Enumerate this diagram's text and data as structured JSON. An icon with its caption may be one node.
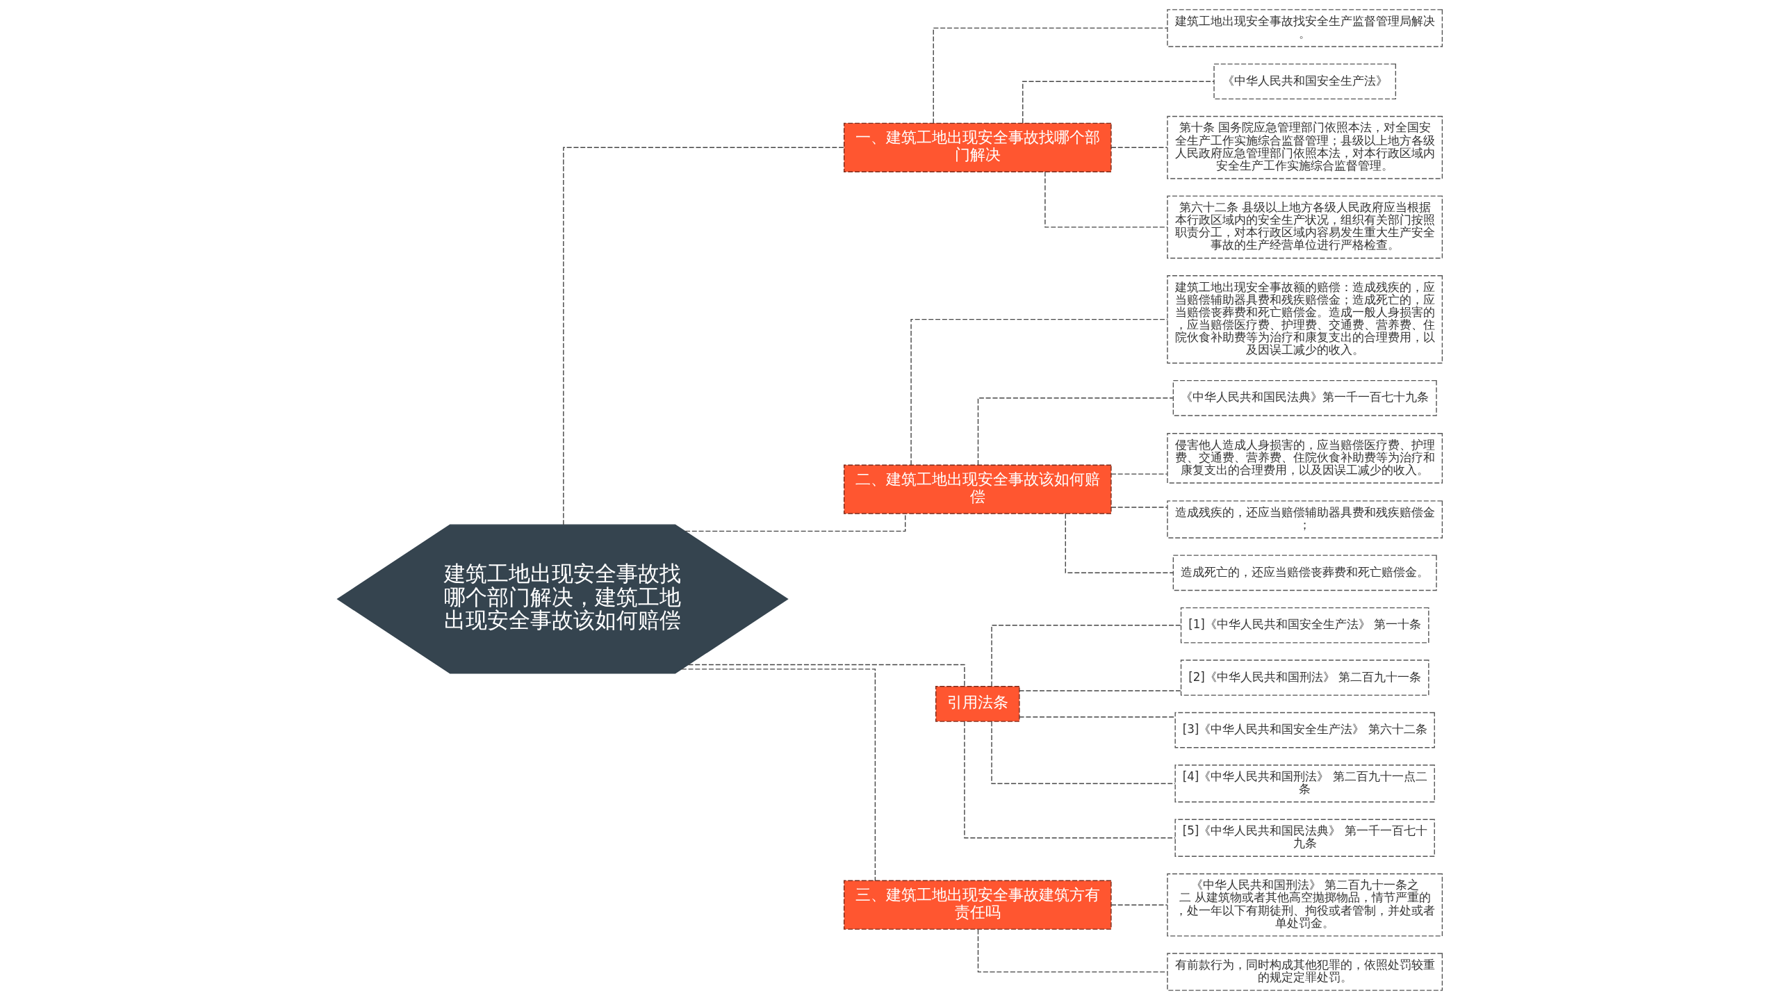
{
  "diagram": {
    "nodes": [
      {
        "text": [
          "建筑工地出现安全事故找哪个部门解决，建筑工地出现安全事故该如何赔偿"
        ]
      },
      {
        "text": [
          "一、建筑工地出现安全事故找哪个部门解决"
        ]
      },
      {
        "text": [
          "建筑工地出现安全事故找安全生产监督管理局解决。"
        ]
      },
      {
        "text": [
          "《中华人民共和国安全生产法》"
        ]
      },
      {
        "text": [
          "第十条 国务院应急管理部门依照本法，对全国安全生产工作实施综合监督管理；县级以上地方各级人民政府应急管理部门依照本法，对本行政区域内安全生产工作实施综合监督管理。"
        ]
      },
      {
        "text": [
          "第六十二条 县级以上地方各级人民政府应当根据本行政区域内的安全生产状况，组织有关部门按照职责分工，对本行政区域内容易发生重大生产安全事故的生产经营单位进行严格检查。"
        ]
      },
      {
        "text": [
          "二、建筑工地出现安全事故该如何赔偿"
        ]
      },
      {
        "text": [
          "建筑工地出现安全事故额的赔偿：造成残疾的，应当赔偿辅助器具费和残疾赔偿金；造成死亡的，应当赔偿丧葬费和死亡赔偿金。造成一般人身损害的，应当赔偿医疗费、护理费、交通费、营养费、住院伙食补助费等为治疗和康复支出的合理费用，以及因误工减少的收入。"
        ]
      },
      {
        "text": [
          "《中华人民共和国民法典》第一千一百七十九条"
        ]
      },
      {
        "text": [
          "侵害他人造成人身损害的，应当赔偿医疗费、护理费、交通费、营养费、住院伙食补助费等为治疗和康复支出的合理费用，以及因误工减少的收入。"
        ]
      },
      {
        "text": [
          "造成残疾的，还应当赔偿辅助器具费和残疾赔偿金；"
        ]
      },
      {
        "text": [
          "造成死亡的，还应当赔偿丧葬费和死亡赔偿金。"
        ]
      },
      {
        "text": [
          "引用法条"
        ]
      },
      {
        "text": [
          "[1]《中华人民共和国安全生产法》 第一十条"
        ]
      },
      {
        "text": [
          "[2]《中华人民共和国刑法》 第二百九十一条"
        ]
      },
      {
        "text": [
          "[3]《中华人民共和国安全生产法》 第六十二条"
        ]
      },
      {
        "text": [
          "[4]《中华人民共和国刑法》 第二百九十一点二条"
        ]
      },
      {
        "text": [
          "[5]《中华人民共和国民法典》 第一千一百七十九条"
        ]
      },
      {
        "text": [
          "三、建筑工地出现安全事故建筑方有责任吗"
        ]
      },
      {
        "text": [
          "《中华人民共和国刑法》 第二百九十一条之二 从建筑物或者其他高空抛掷物品，情节严重的，处一年以下有期徒刑、拘役或者管制，并处或者单处罚金。"
        ]
      },
      {
        "text": [
          "有前款行为，同时构成其他犯罪的，依照处罚较重的规定定罪处罚。"
        ]
      }
    ],
    "edges": [
      {
        "from": 0,
        "to": 1,
        "arrow": "none"
      },
      {
        "from": 1,
        "to": 2,
        "arrow": "none"
      },
      {
        "from": 1,
        "to": 3,
        "arrow": "none"
      },
      {
        "from": 1,
        "to": 4,
        "arrow": "none"
      },
      {
        "from": 1,
        "to": 5,
        "arrow": "none"
      },
      {
        "from": 0,
        "to": 6,
        "arrow": "none"
      },
      {
        "from": 6,
        "to": 7,
        "arrow": "none"
      },
      {
        "from": 6,
        "to": 8,
        "arrow": "none"
      },
      {
        "from": 6,
        "to": 9,
        "arrow": "none"
      },
      {
        "from": 6,
        "to": 10,
        "arrow": "none"
      },
      {
        "from": 6,
        "to": 11,
        "arrow": "none"
      },
      {
        "from": 0,
        "to": 12,
        "arrow": "none"
      },
      {
        "from": 12,
        "to": 13,
        "arrow": "none"
      },
      {
        "from": 12,
        "to": 14,
        "arrow": "none"
      },
      {
        "from": 12,
        "to": 15,
        "arrow": "none"
      },
      {
        "from": 12,
        "to": 16,
        "arrow": "none"
      },
      {
        "from": 12,
        "to": 17,
        "arrow": "none"
      },
      {
        "from": 0,
        "to": 18,
        "arrow": "none"
      },
      {
        "from": 18,
        "to": 19,
        "arrow": "none"
      },
      {
        "from": 18,
        "to": 20,
        "arrow": "none"
      }
    ]
  }
}
